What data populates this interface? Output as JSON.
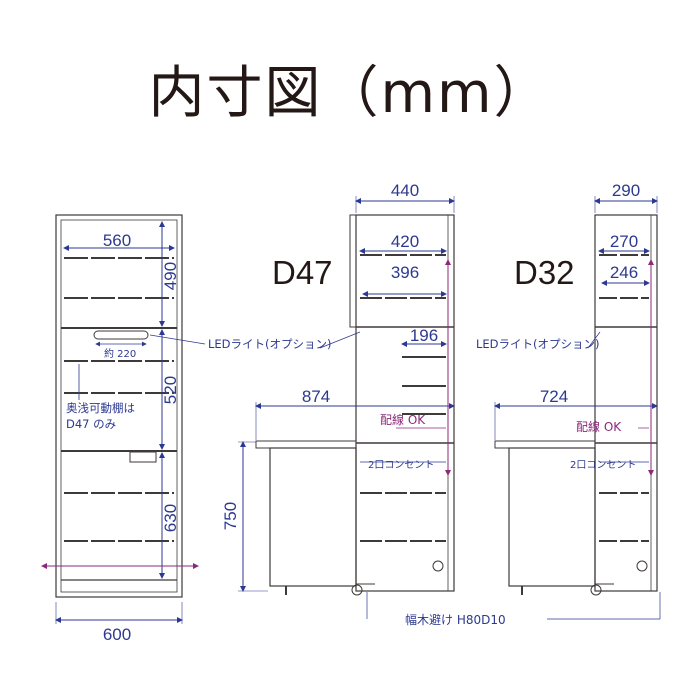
{
  "title": "内寸図（mm）",
  "variants": [
    {
      "name": "D47"
    },
    {
      "name": "D32"
    }
  ],
  "left_view": {
    "width_inner": "560",
    "width_outer": "600",
    "h_upper": "490",
    "h_middle": "520",
    "h_lower": "630",
    "led_gap": "約 220",
    "note_line1": "奥浅可動棚は",
    "note_line2": "D47 のみ"
  },
  "d47": {
    "depth_outer": "440",
    "depth_inner": "420",
    "depth_shelf": "396",
    "depth_mid": "196",
    "counter_depth": "874",
    "counter_height": "750",
    "led_label": "LEDライト(オプション)",
    "wiring_label": "配線 OK",
    "outlet_label": "2口コンセント"
  },
  "d32": {
    "depth_outer": "290",
    "depth_inner": "270",
    "depth_shelf": "246",
    "counter_depth": "724",
    "led_label": "LEDライト(オプション)",
    "wiring_label": "配線 OK",
    "outlet_label": "2口コンセント"
  },
  "baseboard_label": "幅木避け H80D10",
  "colors": {
    "dimension": "#2d3990",
    "wiring": "#8b2a7a",
    "outline": "#3e3a39"
  }
}
